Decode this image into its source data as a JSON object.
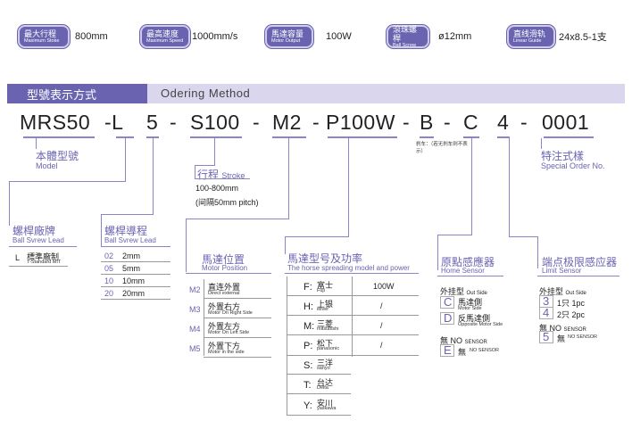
{
  "specs": [
    {
      "zh": "最大行程",
      "en": "Maximum Stoke",
      "value": "800mm"
    },
    {
      "zh": "最高速度",
      "en": "Maximum Speed",
      "value": "1000mm/s"
    },
    {
      "zh": "馬達容量",
      "en": "Motor Output",
      "value": "100W"
    },
    {
      "zh": "滾珠螺桿",
      "en": "Ball Screw",
      "value": "ø12mm"
    },
    {
      "zh": "直线滑轨",
      "en": "Linear Guide",
      "value": "24x8.5-1支"
    }
  ],
  "header": {
    "zh": "型號表示方式",
    "en": "Odering Method"
  },
  "code": {
    "p1": "MRS50",
    "p2": "-L",
    "p3": "5",
    "d1": "-",
    "p4": "S100",
    "d2": "-",
    "p5": "M2",
    "d3": "-",
    "p6": "P100W",
    "d4": "-",
    "p7": "B",
    "d5": "-",
    "p8": "C",
    "p9": "4",
    "d6": "-",
    "p10": "0001"
  },
  "brake_note": "刹车：（若无刹车则不表示）",
  "model": {
    "zh": "本體型號",
    "en": "Model"
  },
  "special": {
    "zh": "特注式樣",
    "en": "Special Order No."
  },
  "stroke": {
    "zh": "行程",
    "en": "Stroke",
    "range": "100-800mm",
    "pitch": "(间隔50mm pitch)"
  },
  "lead_maker": {
    "zh": "螺桿廠牌",
    "en": "Ball Svrew Lead",
    "code": "L",
    "zh_item": "標準廠制",
    "en_item": "T-Standard MIT"
  },
  "lead": {
    "zh": "螺桿導程",
    "en": "Ball Svrew Lead",
    "rows": [
      {
        "code": "02",
        "value": "2mm"
      },
      {
        "code": "05",
        "value": "5mm"
      },
      {
        "code": "10",
        "value": "10mm"
      },
      {
        "code": "20",
        "value": "20mm"
      }
    ]
  },
  "motor_pos": {
    "zh": "馬達位置",
    "en": "Motor Position",
    "rows": [
      {
        "code": "M2",
        "zh": "直连外置",
        "en": "Direct external"
      },
      {
        "code": "M3",
        "zh": "外置右方",
        "en": "Motor On Right Side"
      },
      {
        "code": "M4",
        "zh": "外置左方",
        "en": "Motor On Left Side"
      },
      {
        "code": "M5",
        "zh": "外置下方",
        "en": "Motor in the side"
      }
    ]
  },
  "motor_brand": {
    "zh": "馬達型号及功率",
    "en": "The horse spreading model and power",
    "rows": [
      {
        "code": "F:",
        "zh": "富士",
        "en": "Fuji",
        "power": "100W"
      },
      {
        "code": "H:",
        "zh": "上银",
        "en": "ellver",
        "power": "/"
      },
      {
        "code": "M:",
        "zh": "三菱",
        "en": "mitsubishi",
        "power": "/"
      },
      {
        "code": "P:",
        "zh": "松下",
        "en": "panasonic",
        "power": "/"
      },
      {
        "code": "S:",
        "zh": "三洋",
        "en": "sanyo",
        "power": ""
      },
      {
        "code": "T:",
        "zh": "台达",
        "en": "Delta",
        "power": ""
      },
      {
        "code": "Y:",
        "zh": "安川",
        "en": "yaskawa",
        "power": ""
      }
    ]
  },
  "home": {
    "zh": "原點感應器",
    "en": "Home Sensor",
    "out_zh": "外挂型",
    "out_en": "Out Side",
    "c_code": "C",
    "c_zh": "馬達側",
    "c_en": "Motor Side",
    "d_code": "D",
    "d_zh": "反馬達側",
    "d_en": "Opposite Motor Side",
    "no_zh": "無 NO",
    "no_en": "SENSOR",
    "e_code": "E",
    "e_zh": "無",
    "e_en": "NO SENSOR"
  },
  "limit": {
    "zh": "端点极限感应器",
    "en": "Limit Sensor",
    "out_zh": "外挂型",
    "out_en": "Out Side",
    "r3_code": "3",
    "r3_text": "1只 1pc",
    "r4_code": "4",
    "r4_text": "2只 2pc",
    "no_zh": "無 NO",
    "no_en": "SENSOR",
    "r5_code": "5",
    "r5_zh": "無",
    "r5_en": "NO SENSOR"
  }
}
